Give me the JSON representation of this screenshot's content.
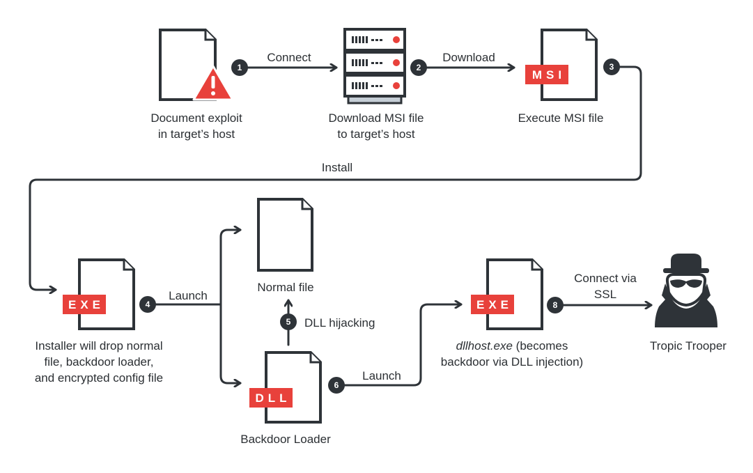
{
  "colors": {
    "stroke": "#2e3338",
    "accent": "#e8413b",
    "text": "#2b2f33",
    "background": "#ffffff"
  },
  "nodes": {
    "document_exploit": {
      "icon": "document-warning-icon",
      "label_lines": [
        "Document exploit",
        "in target’s host"
      ]
    },
    "server": {
      "icon": "server-stack-icon",
      "label_lines": [
        "Download MSI file",
        "to target’s host"
      ]
    },
    "msi_file": {
      "icon": "file-icon",
      "tag": "MSI",
      "label_lines": [
        "Execute MSI file"
      ]
    },
    "installer": {
      "icon": "file-icon",
      "tag": "EXE",
      "label_lines": [
        "Installer will drop normal",
        "file, backdoor loader,",
        "and encrypted config file"
      ]
    },
    "normal_file": {
      "icon": "file-icon",
      "label_lines": [
        "Normal file"
      ]
    },
    "backdoor_loader": {
      "icon": "file-icon",
      "tag": "DLL",
      "label_lines": [
        "Backdoor Loader"
      ]
    },
    "dllhost": {
      "icon": "file-icon",
      "tag": "EXE",
      "label_italic": "dllhost.exe",
      "label_rest": " (becomes",
      "label_line2": "backdoor via DLL injection)"
    },
    "tropic_trooper": {
      "icon": "spy-icon",
      "label_lines": [
        "Tropic Trooper"
      ]
    }
  },
  "edges": [
    {
      "step": "1",
      "label": "Connect"
    },
    {
      "step": "2",
      "label": "Download"
    },
    {
      "step": "3",
      "label": "Install"
    },
    {
      "step": "4",
      "label": "Launch"
    },
    {
      "step": "5",
      "label": "DLL hijacking"
    },
    {
      "step": "6",
      "label": "Launch"
    },
    {
      "step": "8",
      "label_lines": [
        "Connect via",
        "SSL"
      ]
    }
  ]
}
